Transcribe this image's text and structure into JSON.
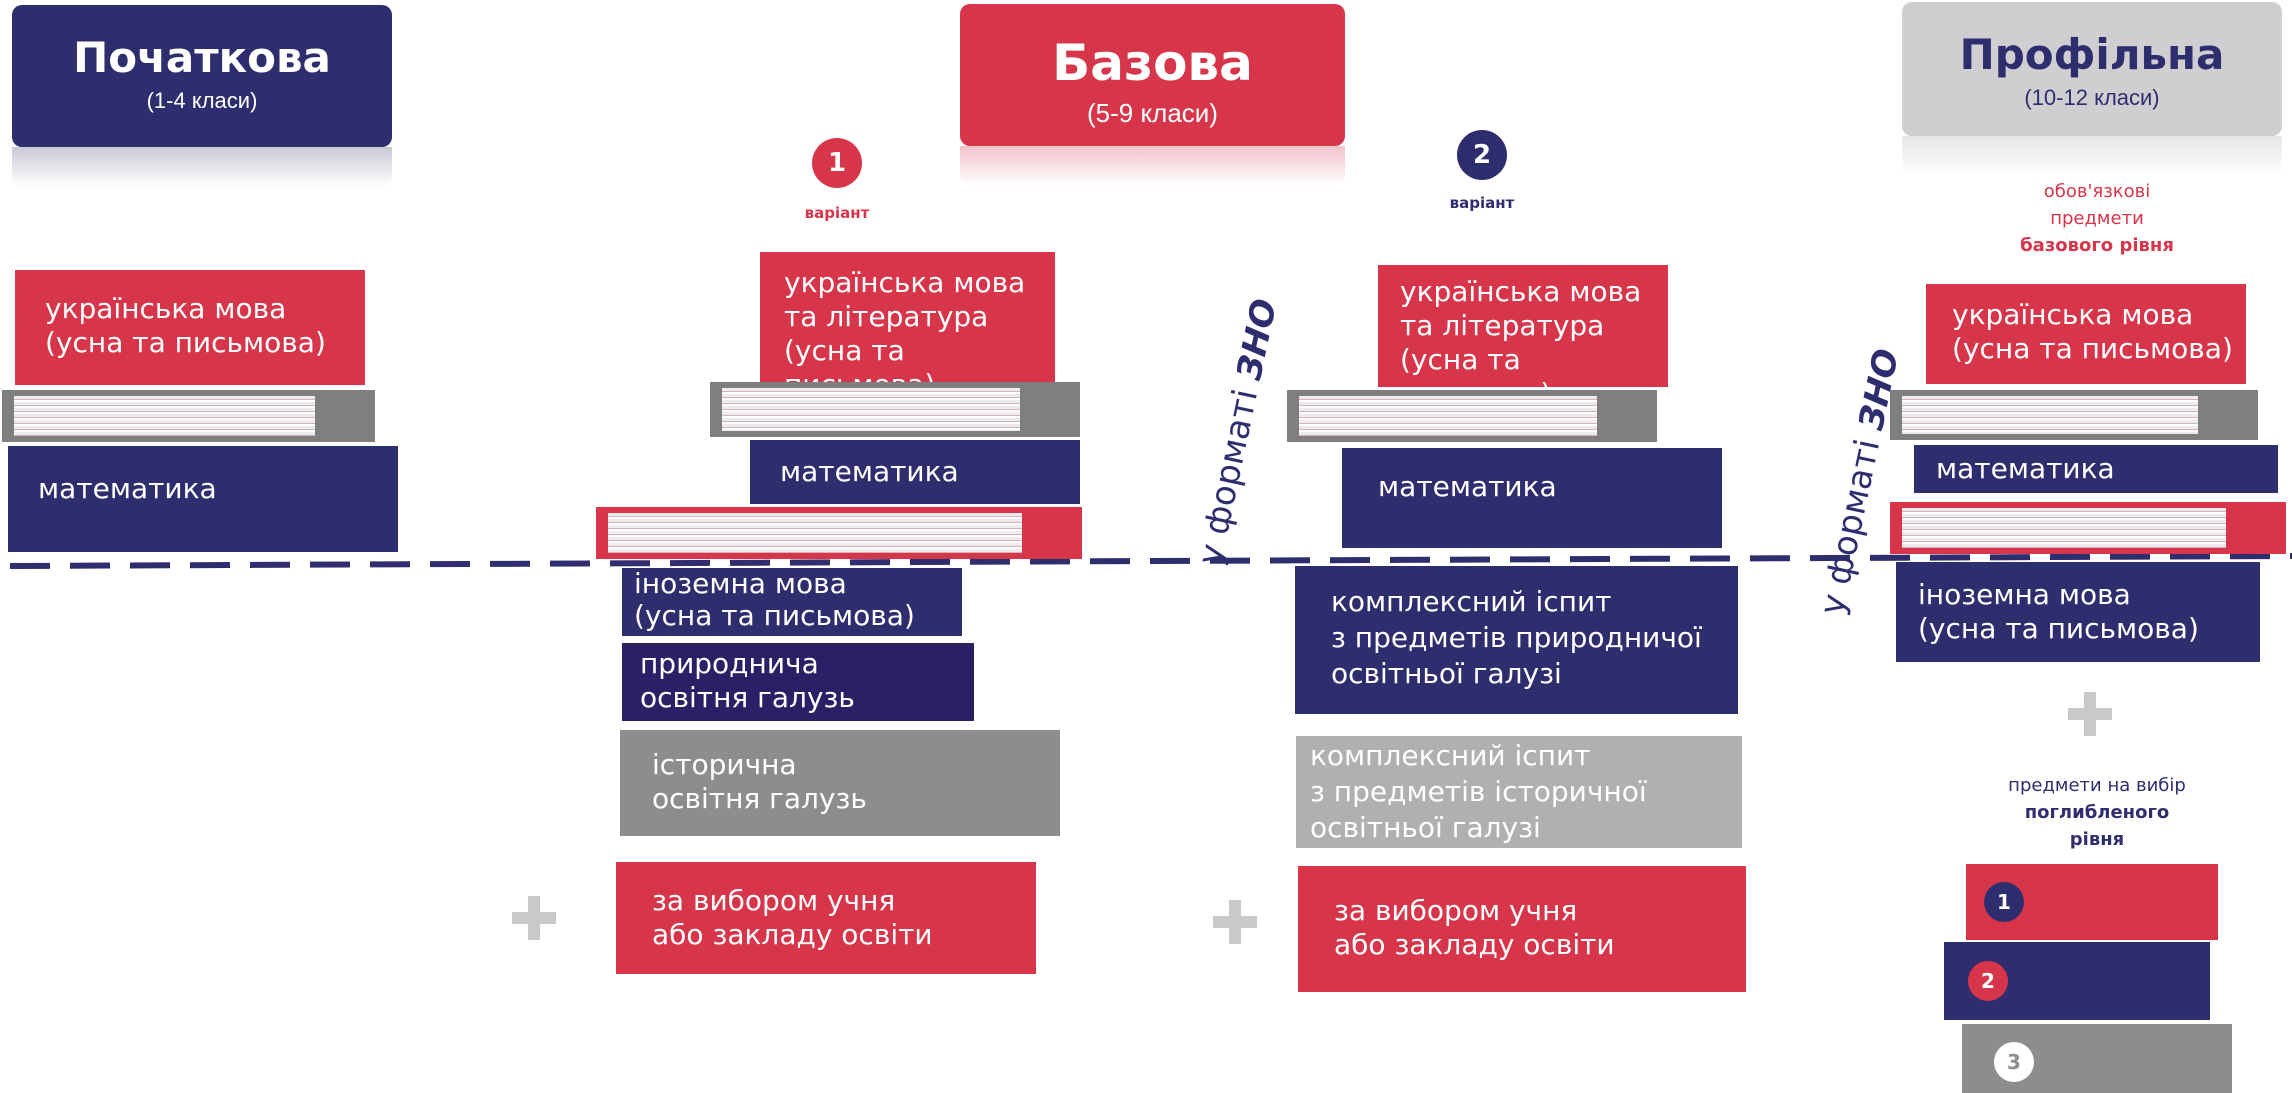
{
  "headers": {
    "primary": {
      "title": "Початкова",
      "subtitle": "(1-4 класи)"
    },
    "basic": {
      "title": "Базова",
      "subtitle": "(5-9 класи)"
    },
    "profile": {
      "title": "Профільна",
      "subtitle": "(10-12 класи)"
    }
  },
  "primary_books": {
    "ukr": [
      "українська мова",
      "(усна та письмова)"
    ],
    "math": "математика"
  },
  "variant1": {
    "number": "1",
    "label": "варіант",
    "ukr": [
      "українська мова",
      "та література",
      "(усна та письмова)"
    ],
    "math": "математика",
    "foreign": [
      "іноземна мова",
      "(усна та письмова)"
    ],
    "natural": [
      "природнича",
      "освітня галузь"
    ],
    "history": [
      "історична",
      "освітня галузь"
    ],
    "choice": [
      "за вибором учня",
      "або закладу освіти"
    ]
  },
  "variant2": {
    "number": "2",
    "label": "варіант",
    "ukr": [
      "українська мова",
      "та література",
      "(усна та письмова)"
    ],
    "math": "математика",
    "natural_exam": [
      "комплексний іспит",
      "з предметів природничої",
      "освітньої галузі"
    ],
    "history_exam": [
      "комплексний іспит",
      "з предметів історичної",
      "освітньої галузі"
    ],
    "choice": [
      "за вибором учня",
      "або закладу освіти"
    ]
  },
  "zno_label": {
    "prefix": "у форматі ",
    "emph": "ЗНО"
  },
  "profile": {
    "required_caption": [
      "обов'язкові",
      "предмети"
    ],
    "required_level": "базового рівня",
    "ukr": [
      "українська мова",
      "(усна та письмова)"
    ],
    "math": "математика",
    "foreign": [
      "іноземна мова",
      "(усна та письмова)"
    ],
    "elective_caption": [
      "предмети на вибір"
    ],
    "elective_level": [
      "поглибленого",
      "рівня"
    ],
    "electives": [
      "1",
      "2",
      "3"
    ]
  },
  "colors": {
    "red": "#d7354a",
    "navy": "#2e2d6e",
    "grey": "#8d8d8f",
    "light_grey": "#b0b0b2",
    "header_grey": "#cfcfd1"
  },
  "icons": [
    "plus-icon",
    "dashed-divider"
  ]
}
